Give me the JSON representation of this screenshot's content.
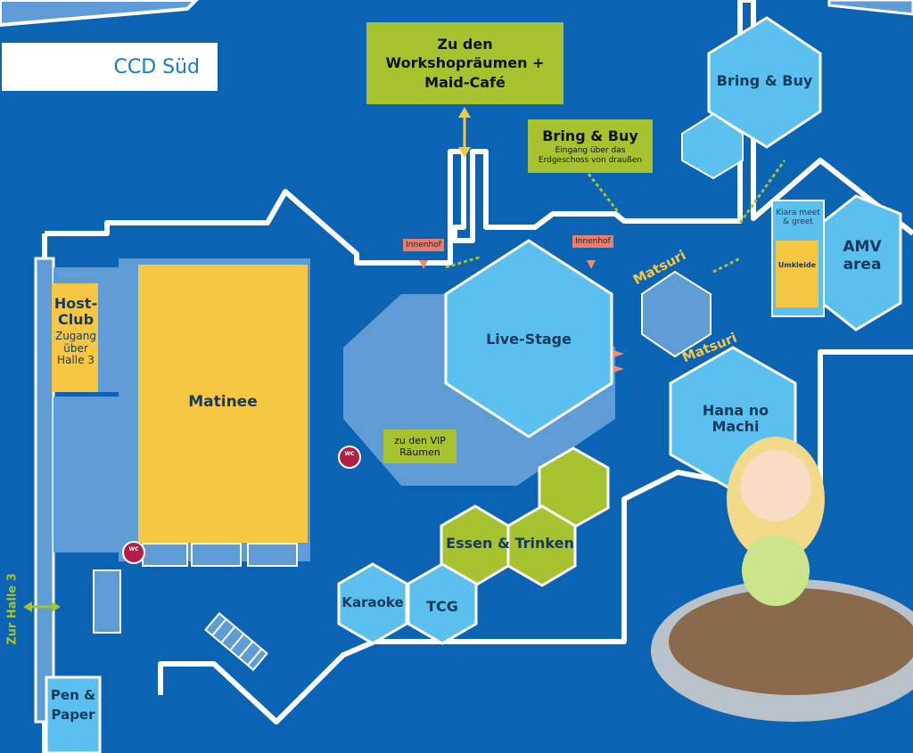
{
  "header": {
    "title": "CCD Süd"
  },
  "colors": {
    "background": "#0b63b3",
    "room_dark": "#5f9cd5",
    "room_light": "#5bc0ef",
    "matinee_yellow": "#f7c744",
    "green": "#a6c22f",
    "arrow_red": "#f08c74",
    "innenhof_red": "#ee7c6c"
  },
  "rooms": {
    "matinee": "Matinee",
    "live_stage": "Live-Stage",
    "hana_no_machi": "Hana no Machi",
    "amv_area": "AMV area",
    "bring_and_buy_top": "Bring & Buy",
    "karaoke": "Karaoke",
    "tcg": "TCG",
    "essen_trinken": "Essen & Trinken",
    "umkleide": "Umkleide",
    "kiara": "Kiara meet & greet",
    "pen_paper": "Pen & Paper",
    "host_club_title": "Host-Club",
    "host_club_sub": "Zugang über Halle 3"
  },
  "signs": {
    "workshop": "Zu den Workshopräumen + Maid-Café",
    "bring_buy_sign_title": "Bring & Buy",
    "bring_buy_sign_sub": "Eingang über das Erdgeschoss von draußen",
    "vip": "zu den VIP Räumen",
    "innenhof_left": "Innenhof",
    "innenhof_right": "Innenhof"
  },
  "labels": {
    "matsuri_1": "Matsuri",
    "matsuri_2": "Matsuri",
    "zur_halle_3": "Zur Halle 3",
    "wc": "WC"
  },
  "icons": [
    "wc-icon",
    "stairs-icon",
    "arrow-icon",
    "mascot-illustration"
  ]
}
